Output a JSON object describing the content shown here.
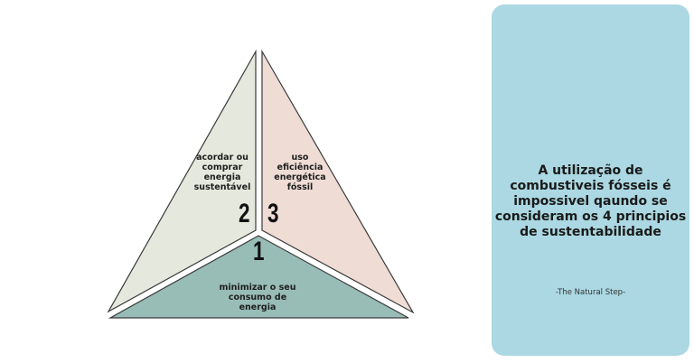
{
  "diagram": {
    "sections": [
      {
        "number": "1",
        "text": "minimizar o seu consumo de energia",
        "color": "#98bcb6"
      },
      {
        "number": "2",
        "text": "acordar ou comprar energia sustentável",
        "color": "#e5e8dc"
      },
      {
        "number": "3",
        "text": "uso eficiência energética fóssil",
        "color": "#eedcd5"
      }
    ]
  },
  "card": {
    "title": "A utilização de combustiveis fósseis é impossivel qaundo se consideram os 4 principios de sustentabilidade",
    "source": "-The Natural Step-",
    "color": "#abd8e2"
  }
}
